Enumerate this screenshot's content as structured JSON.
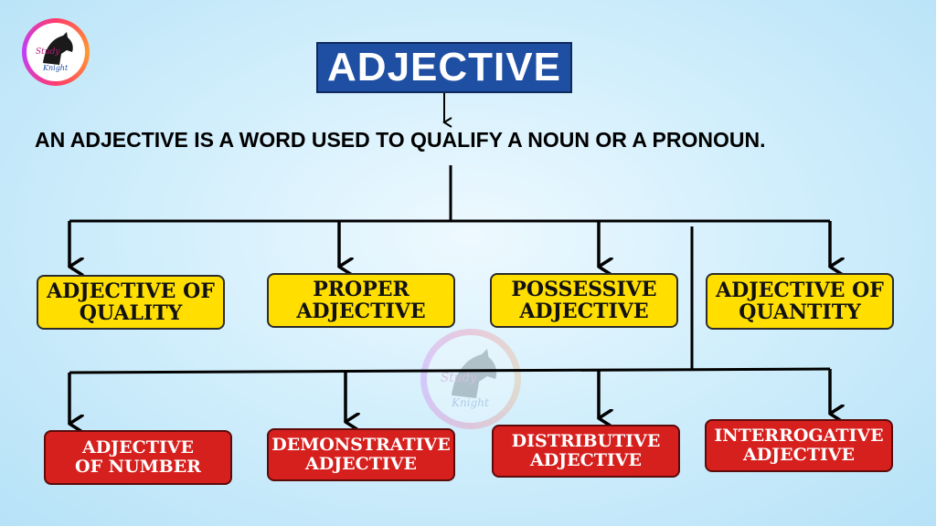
{
  "title": "ADJECTIVE",
  "definition": "AN ADJECTIVE IS A WORD USED TO QUALIFY A NOUN OR A PRONOUN.",
  "logo": {
    "text_line1": "Study",
    "text_line2": "Knight",
    "icon": "horse-head-icon"
  },
  "first_row": [
    {
      "line1": "ADJECTIVE OF",
      "line2": "QUALITY"
    },
    {
      "line1": "PROPER",
      "line2": "ADJECTIVE"
    },
    {
      "line1": "POSSESSIVE",
      "line2": "ADJECTIVE"
    },
    {
      "line1": "ADJECTIVE OF",
      "line2": "QUANTITY"
    }
  ],
  "second_row": [
    {
      "line1": "ADJECTIVE",
      "line2": "OF NUMBER"
    },
    {
      "line1": "DEMONSTRATIVE",
      "line2": "ADJECTIVE"
    },
    {
      "line1": "DISTRIBUTIVE",
      "line2": "ADJECTIVE"
    },
    {
      "line1": "INTERROGATIVE",
      "line2": "ADJECTIVE"
    }
  ],
  "colors": {
    "title_bg": "#1f4fa3",
    "yellow_box": "#ffde00",
    "red_box": "#d6201e"
  }
}
